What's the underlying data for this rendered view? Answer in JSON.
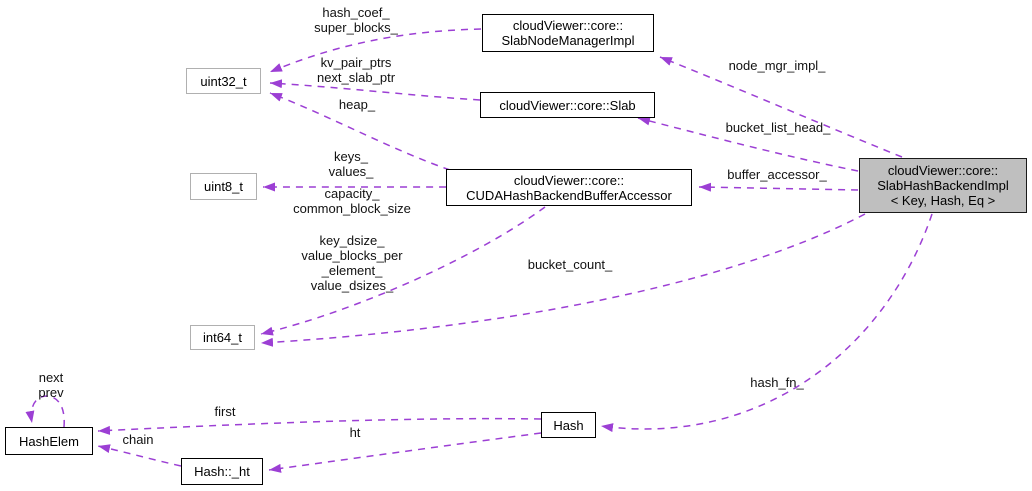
{
  "colors": {
    "edge": "#9c3fd4",
    "current_node_fill": "#bfbfbf",
    "node_border": "#000000",
    "primitive_node_border": "#b0b0b0",
    "background": "#ffffff"
  },
  "nodes": {
    "uint32_t": "uint32_t",
    "uint8_t": "uint8_t",
    "int64_t": "int64_t",
    "hashelem": "HashElem",
    "hash_ht": "Hash::_ht",
    "hash": "Hash",
    "slab_node_manager_impl": "cloudViewer::core::\nSlabNodeManagerImpl",
    "slab": "cloudViewer::core::Slab",
    "cuda_hash_backend_buffer_accessor": "cloudViewer::core::\nCUDAHashBackendBufferAccessor",
    "slab_hash_backend_impl": "cloudViewer::core::\nSlabHashBackendImpl\n< Key, Hash, Eq >"
  },
  "edge_labels": {
    "hash_coef_super_blocks": "hash_coef_\nsuper_blocks_",
    "kv_pair_ptrs_next_slab_ptr": "kv_pair_ptrs\nnext_slab_ptr",
    "heap": "heap_",
    "keys_values": "keys_\nvalues_",
    "capacity_common_block_size": "capacity_\ncommon_block_size",
    "key_dsize_value_blocks": "key_dsize_\nvalue_blocks_per\n_element_\nvalue_dsizes_",
    "node_mgr_impl": "node_mgr_impl_",
    "bucket_list_head": "bucket_list_head_",
    "buffer_accessor": "buffer_accessor_",
    "bucket_count": "bucket_count_",
    "hash_fn": "hash_fn_",
    "next_prev": "next\nprev",
    "first": "first",
    "chain": "chain",
    "ht": "ht"
  }
}
